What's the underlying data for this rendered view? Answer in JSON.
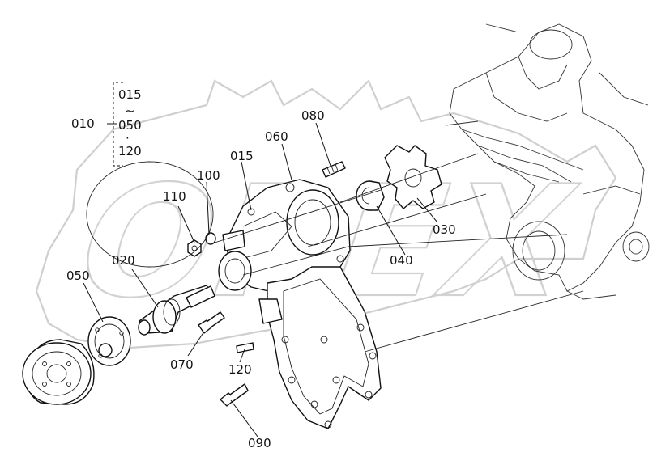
{
  "diagram": {
    "watermark_text": "OREX",
    "group": {
      "label": "010",
      "members": [
        "015",
        "~",
        "050",
        "·",
        "120"
      ]
    },
    "callouts": [
      {
        "id": "015",
        "text": "015"
      },
      {
        "id": "060",
        "text": "060"
      },
      {
        "id": "080",
        "text": "080"
      },
      {
        "id": "100",
        "text": "100"
      },
      {
        "id": "110",
        "text": "110"
      },
      {
        "id": "020",
        "text": "020"
      },
      {
        "id": "050",
        "text": "050"
      },
      {
        "id": "030",
        "text": "030"
      },
      {
        "id": "040",
        "text": "040"
      },
      {
        "id": "070",
        "text": "070"
      },
      {
        "id": "120",
        "text": "120"
      },
      {
        "id": "090",
        "text": "090"
      }
    ]
  }
}
